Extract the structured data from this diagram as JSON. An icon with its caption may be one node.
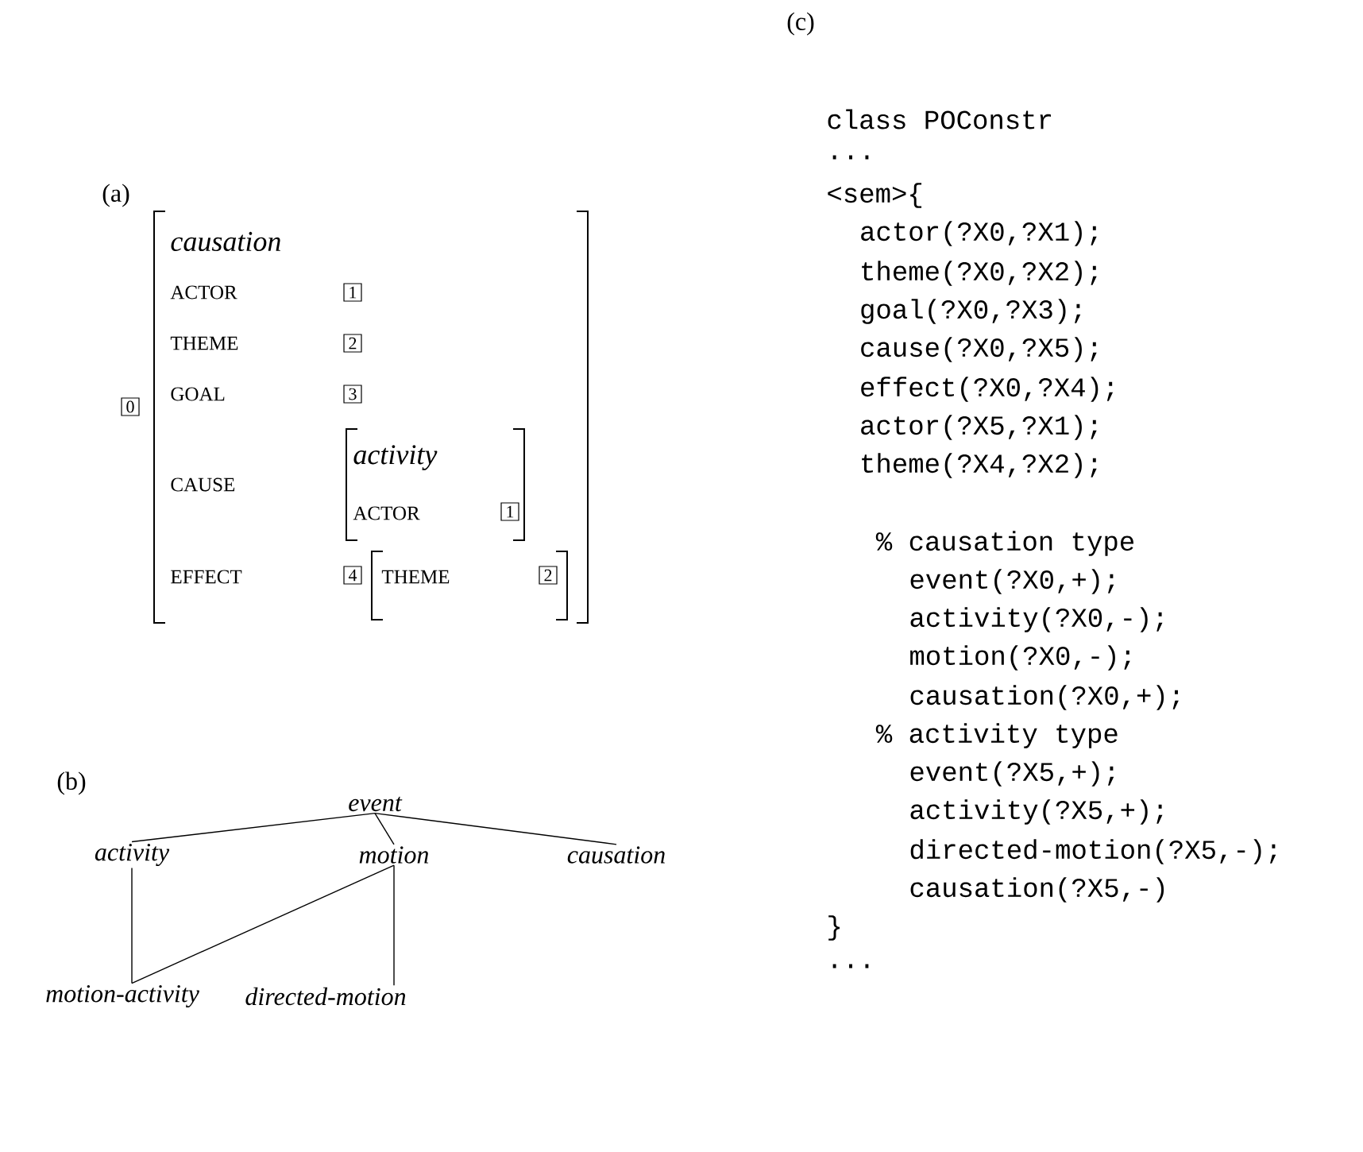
{
  "diagram": {
    "nodes": [
      {
        "text": [
          "event"
        ]
      },
      {
        "text": [
          "activity"
        ]
      },
      {
        "text": [
          "motion"
        ]
      },
      {
        "text": [
          "causation"
        ]
      },
      {
        "text": [
          "motion-activity"
        ]
      },
      {
        "text": [
          "directed-motion"
        ]
      }
    ],
    "edges": [
      {
        "from": 0,
        "to": 1,
        "arrow": "none"
      },
      {
        "from": 0,
        "to": 2,
        "arrow": "none"
      },
      {
        "from": 0,
        "to": 3,
        "arrow": "none"
      },
      {
        "from": 1,
        "to": 4,
        "arrow": "none"
      },
      {
        "from": 2,
        "to": 4,
        "arrow": "none"
      },
      {
        "from": 2,
        "to": 5,
        "arrow": "none"
      }
    ],
    "labels": [
      "(a)",
      "causation",
      "ACTOR",
      "1",
      "THEME",
      "2",
      "GOAL",
      "3",
      "0",
      "CAUSE",
      "activity",
      "ACTOR",
      "1",
      "EFFECT",
      "4",
      "THEME",
      "2",
      "(b)",
      "(c)",
      "class POConstr",
      "...",
      "<sem>{",
      "actor(?X0,?X1);",
      "theme(?X0,?X2);",
      "goal(?X0,?X3);",
      "cause(?X0,?X5);",
      "effect(?X0,?X4);",
      "actor(?X5,?X1);",
      "theme(?X4,?X2);",
      "% causation type",
      "event(?X0,+);",
      "activity(?X0,-);",
      "motion(?X0,-);",
      "causation(?X0,+);",
      "% activity type",
      "event(?X5,+);",
      "activity(?X5,+);",
      "directed-motion(?X5,-);",
      "causation(?X5,-)",
      "}",
      "..."
    ]
  }
}
